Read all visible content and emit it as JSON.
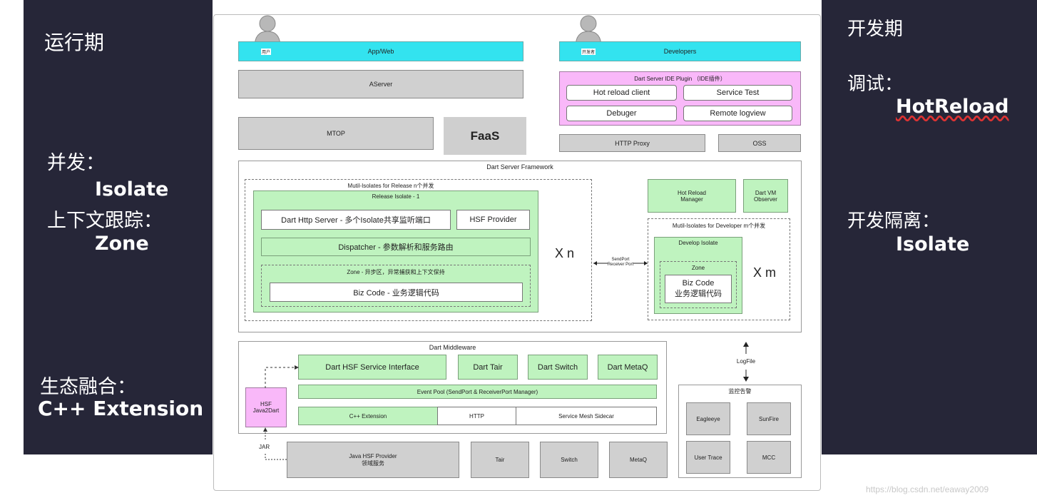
{
  "left_panel": {
    "runtime": "运行期",
    "concurrency": "并发：",
    "isolate": "Isolate",
    "context_tracking": "上下文跟踪：",
    "zone": "Zone",
    "ecosystem": "生态融合：",
    "cpp_ext": "C++ Extension"
  },
  "right_panel": {
    "devtime": "开发期",
    "debug": "调试：",
    "hotreload": "HotReload",
    "dev_isolation": "开发隔离：",
    "isolate": "Isolate"
  },
  "diagram": {
    "user_tag": "用户",
    "app_web": "App/Web",
    "dev_tag": "开发者",
    "developers": "Developers",
    "aserver": "AServer",
    "mtop": "MTOP",
    "faas": "FaaS",
    "ide_plugin_title": "Dart Server IDE Plugin （IDE插件）",
    "hot_reload_client": "Hot reload client",
    "service_test": "Service Test",
    "debuger": "Debuger",
    "remote_logview": "Remote logview",
    "http_proxy": "HTTP Proxy",
    "oss": "OSS",
    "framework_title": "Dart Server Framework",
    "multi_isolates_release": "Mutil-Isolates for Release n个并发",
    "release_isolate": "Release Isolate - 1",
    "dart_http_server": "Dart Http Server - 多个Isolate共享监听端口",
    "hsf_provider": "HSF Provider",
    "dispatcher": "Dispatcher - 参数解析和服务路由",
    "zone_desc": "Zone - 异步区，异常捕获和上下文保持",
    "biz_code": "Biz Code - 业务逻辑代码",
    "xn": "X n",
    "sendport": "SendPort",
    "receiver_port": "Receiver Port",
    "hot_reload_manager_1": "Hot Reload",
    "hot_reload_manager_2": "Manager",
    "dart_vm_1": "Dart VM",
    "dart_vm_2": "Observer",
    "multi_isolates_dev": "Mutil-Isolates for Developer m个并发",
    "develop_isolate": "Develop Isolate",
    "zone": "Zone",
    "biz_code_1": "Biz Code",
    "biz_code_2": "业务逻辑代码",
    "xm": "X m",
    "middleware_title": "Dart Middleware",
    "dart_hsf_service_interface": "Dart HSF Service Interface",
    "dart_tair": "Dart Tair",
    "dart_switch": "Dart Switch",
    "dart_metaq": "Dart MetaQ",
    "event_pool": "Event Pool (SendPort & ReceiverPort Manager)",
    "cpp_extension": "C++ Extension",
    "http": "HTTP",
    "service_mesh": "Service Mesh Sidecar",
    "hsf_java2dart_1": "HSF",
    "hsf_java2dart_2": "Java2Dart",
    "jar": "JAR",
    "java_hsf_provider_1": "Java HSF Provider",
    "java_hsf_provider_2": "领域服务",
    "tair": "Tair",
    "switch": "Switch",
    "metaq": "MetaQ",
    "logfile": "LogFile",
    "monitor_title": "监控告警",
    "eagleeye": "Eagleeye",
    "sunfire": "SunFire",
    "user_trace": "User Trace",
    "mcc": "MCC"
  },
  "watermark": "https://blog.csdn.net/eaway2009",
  "colors": {
    "dark_panel": "#262638",
    "green": "#bff3bf",
    "cyan": "#33e3ef",
    "pink": "#f9b8f9",
    "gray": "#d0d0d0"
  }
}
